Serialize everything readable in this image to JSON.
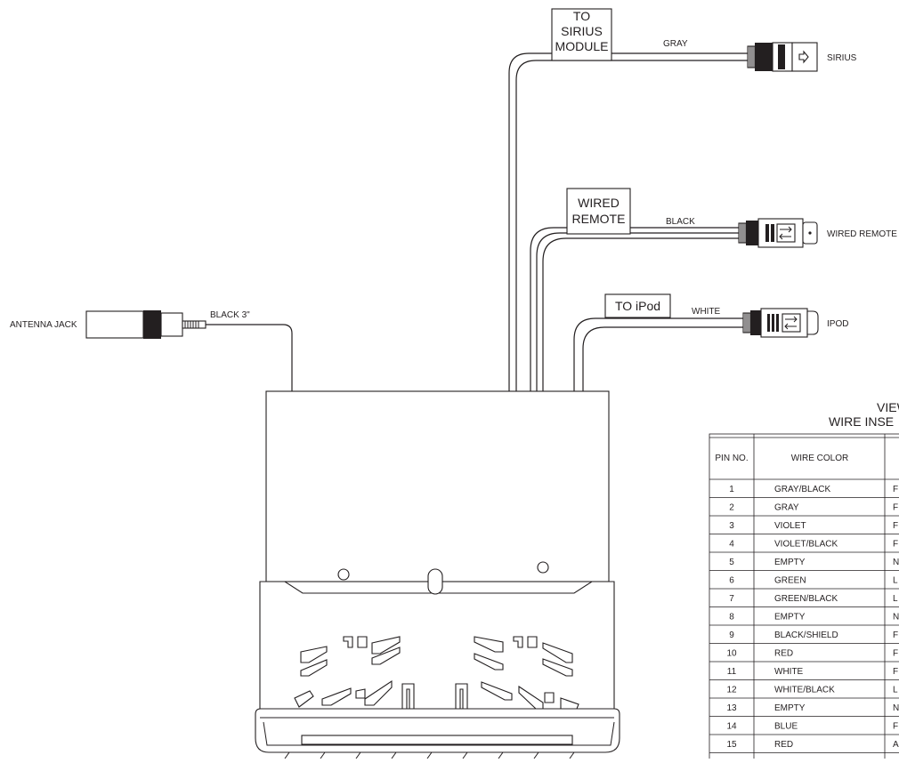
{
  "labels": {
    "to_sirius_module": [
      "TO",
      "SIRIUS",
      "MODULE"
    ],
    "gray": "GRAY",
    "sirius": "SIRIUS",
    "wired_remote_box": [
      "WIRED",
      "REMOTE"
    ],
    "black": "BLACK",
    "wired_remote": "WIRED REMOTE",
    "to_ipod": "TO iPod",
    "white": "WHITE",
    "ipod": "IPOD",
    "antenna_jack": "ANTENNA JACK",
    "black_3in": "BLACK 3\"",
    "view_line1": "VIEW",
    "view_line2": "WIRE INSE"
  },
  "table": {
    "headers": [
      "PIN NO.",
      "WIRE COLOR"
    ],
    "rows": [
      {
        "pin": "1",
        "color": "GRAY/BLACK",
        "func": "F"
      },
      {
        "pin": "2",
        "color": "GRAY",
        "func": "F"
      },
      {
        "pin": "3",
        "color": "VIOLET",
        "func": "F"
      },
      {
        "pin": "4",
        "color": "VIOLET/BLACK",
        "func": "F"
      },
      {
        "pin": "5",
        "color": "EMPTY",
        "func": "N"
      },
      {
        "pin": "6",
        "color": "GREEN",
        "func": "L"
      },
      {
        "pin": "7",
        "color": "GREEN/BLACK",
        "func": "L"
      },
      {
        "pin": "8",
        "color": "EMPTY",
        "func": "N"
      },
      {
        "pin": "9",
        "color": "BLACK/SHIELD",
        "func": "F"
      },
      {
        "pin": "10",
        "color": "RED",
        "func": "F"
      },
      {
        "pin": "11",
        "color": "WHITE",
        "func": "F"
      },
      {
        "pin": "12",
        "color": "WHITE/BLACK",
        "func": "L"
      },
      {
        "pin": "13",
        "color": "EMPTY",
        "func": "N"
      },
      {
        "pin": "14",
        "color": "BLUE",
        "func": "F"
      },
      {
        "pin": "15",
        "color": "RED",
        "func": "A"
      }
    ]
  }
}
